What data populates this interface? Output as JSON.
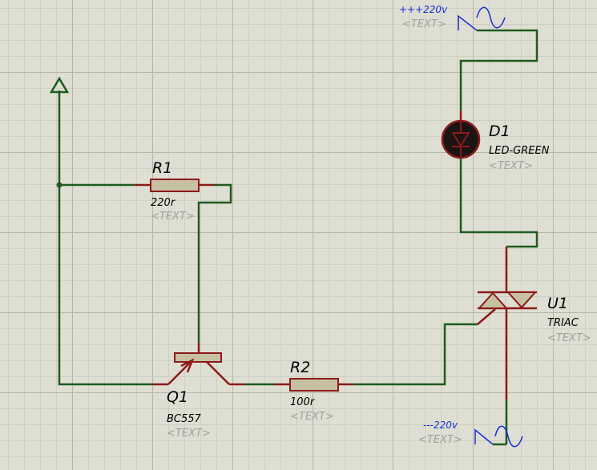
{
  "colors": {
    "wire": "#1f5a1f",
    "pin": "#8b1a1a",
    "body_fill": "#c8c0a2",
    "terminal": "#1a2ed8",
    "led_fill": "#1a1414",
    "text": "#000000",
    "placeholder": "#a0a0a0"
  },
  "components": {
    "r1": {
      "ref": "R1",
      "value": "220r",
      "text": "<TEXT>"
    },
    "r2": {
      "ref": "R2",
      "value": "100r",
      "text": "<TEXT>"
    },
    "q1": {
      "ref": "Q1",
      "value": "BC557",
      "text": "<TEXT>"
    },
    "d1": {
      "ref": "D1",
      "value": "LED-GREEN",
      "text": "<TEXT>"
    },
    "u1": {
      "ref": "U1",
      "value": "TRIAC",
      "text": "<TEXT>"
    }
  },
  "terminals": {
    "top": {
      "label": "+++220v",
      "text": "<TEXT>",
      "icon": "ac-source-icon"
    },
    "bottom": {
      "label": "---220v",
      "text": "<TEXT>",
      "icon": "ac-source-icon"
    }
  },
  "power": {
    "icon": "power-arrow-icon"
  }
}
